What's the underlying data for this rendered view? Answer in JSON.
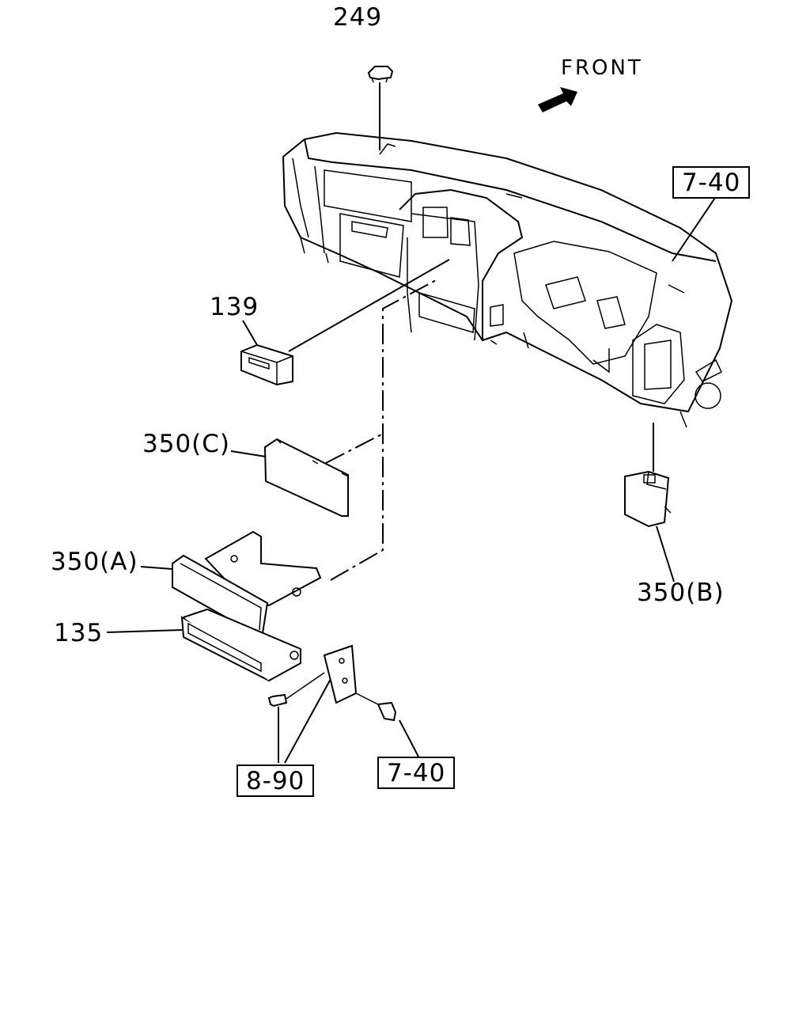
{
  "labels": {
    "front": "FRONT",
    "p249": "249",
    "p7_40_top": "7-40",
    "p139": "139",
    "p350c": "350(C)",
    "p350a": "350(A)",
    "p135": "135",
    "p350b": "350(B)",
    "p8_90": "8-90",
    "p7_40_bottom": "7-40"
  }
}
